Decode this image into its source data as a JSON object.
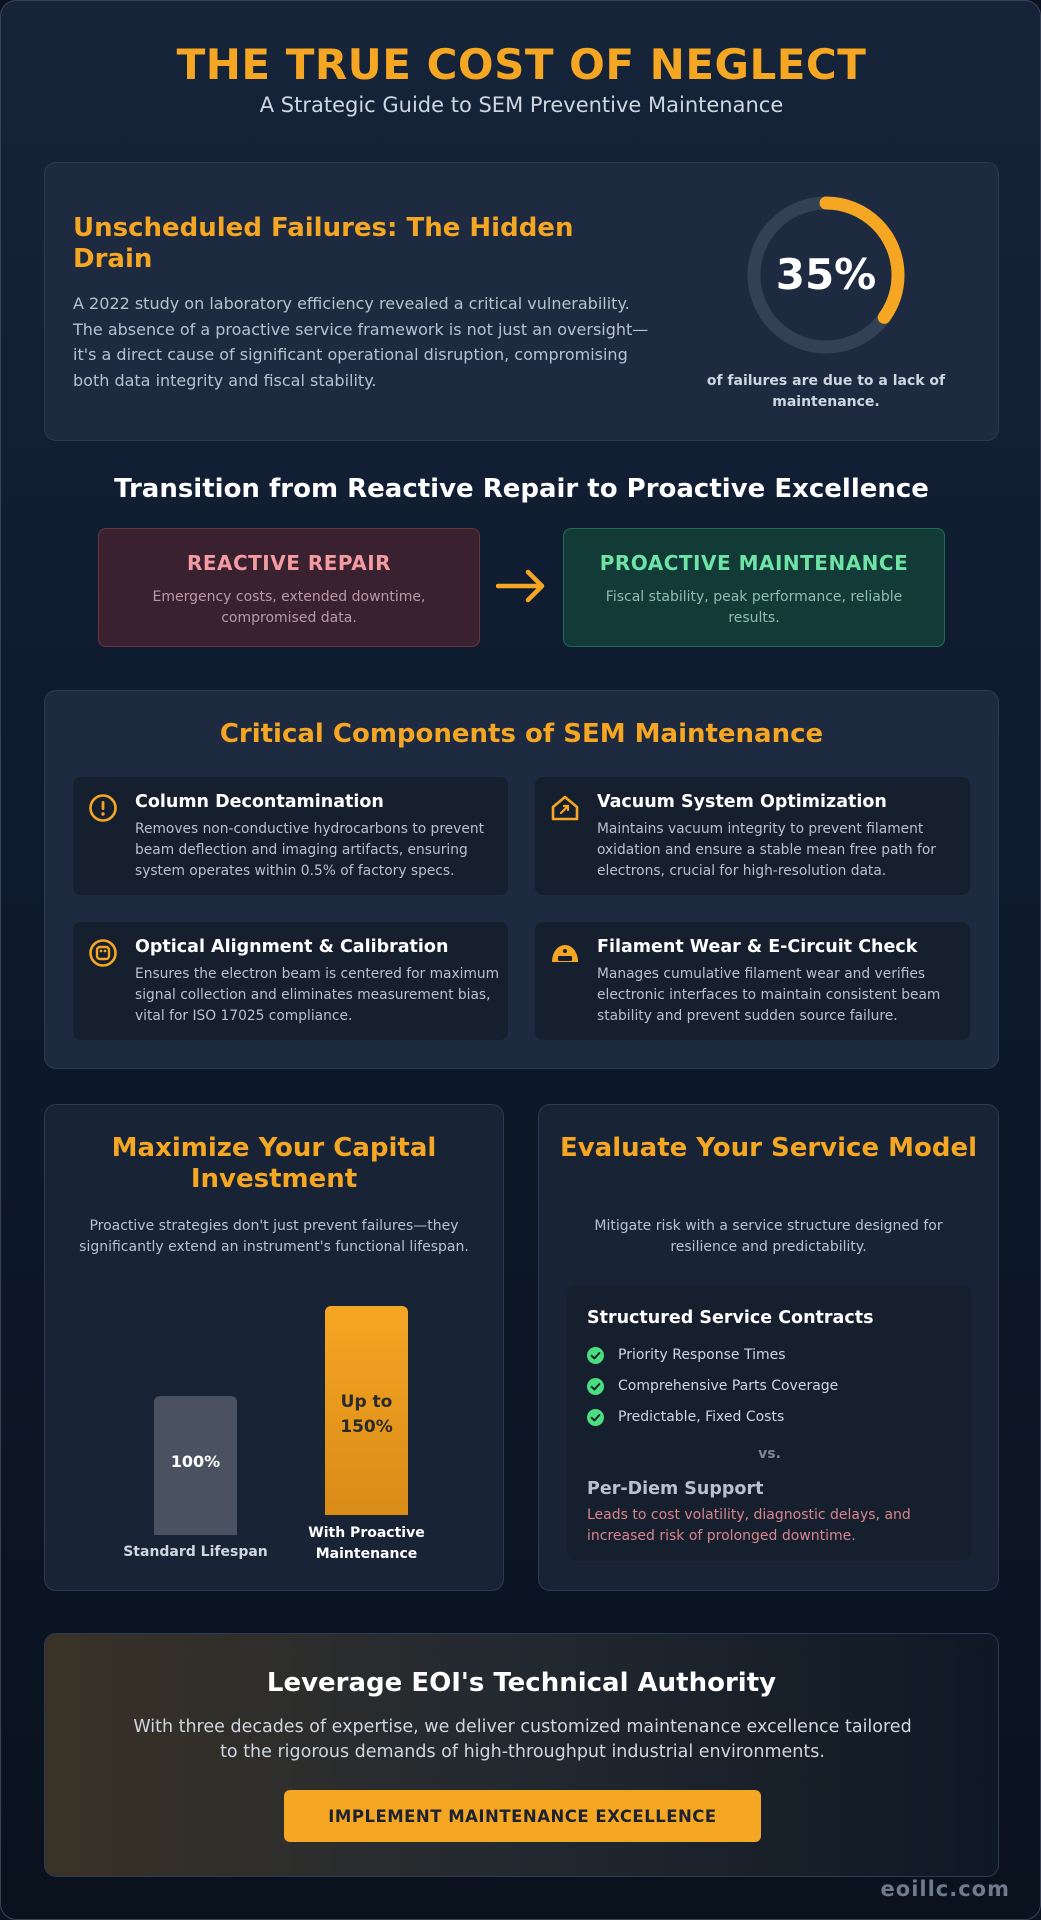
{
  "header": {
    "title": "THE TRUE COST OF NEGLECT",
    "subtitle": "A Strategic Guide to SEM Preventive Maintenance"
  },
  "failures": {
    "title": "Unscheduled Failures: The Hidden Drain",
    "text": "A 2022 study on laboratory efficiency revealed a critical vulnerability. The absence of a proactive service framework is not just an oversight—it's a direct cause of significant operational disruption, compromising both data integrity and fiscal stability.",
    "stat": "35%",
    "stat_fraction": 0.35,
    "caption": "of failures are due to a lack of maintenance."
  },
  "transition": {
    "title": "Transition from Reactive Repair to Proactive Excellence",
    "reactive": {
      "title": "REACTIVE REPAIR",
      "desc": "Emergency costs, extended downtime, compromised data."
    },
    "proactive": {
      "title": "PROACTIVE MAINTENANCE",
      "desc": "Fiscal stability, peak performance, reliable results."
    }
  },
  "components": {
    "title": "Critical Components of SEM Maintenance",
    "items": [
      {
        "title": "Column Decontamination",
        "desc": "Removes non-conductive hydrocarbons to prevent beam deflection and imaging artifacts, ensuring system operates within 0.5% of factory specs.",
        "icon": "alert-circle-icon"
      },
      {
        "title": "Vacuum System Optimization",
        "desc": "Maintains vacuum integrity to prevent filament oxidation and ensure a stable mean free path for electrons, crucial for high-resolution data.",
        "icon": "house-icon"
      },
      {
        "title": "Optical Alignment & Calibration",
        "desc": "Ensures the electron beam is centered for maximum signal collection and eliminates measurement bias, vital for ISO 17025 compliance.",
        "icon": "target-icon"
      },
      {
        "title": "Filament Wear & E-Circuit Check",
        "desc": "Manages cumulative filament wear and verifies electronic interfaces to maintain consistent beam stability and prevent sudden source failure.",
        "icon": "gauge-icon"
      }
    ]
  },
  "capital": {
    "title": "Maximize Your Capital Investment",
    "text": "Proactive strategies don't just prevent failures—they significantly extend an instrument's functional lifespan.",
    "bars": [
      {
        "value_label": "100%",
        "label": "Standard Lifespan",
        "value": 100
      },
      {
        "value_label": "Up to 150%",
        "label": "With Proactive Maintenance",
        "value": 150
      }
    ]
  },
  "service": {
    "title": "Evaluate Your Service Model",
    "text": "Mitigate risk with a service structure designed for resilience and predictability.",
    "contracts_title": "Structured Service Contracts",
    "contracts": [
      "Priority Response Times",
      "Comprehensive Parts Coverage",
      "Predictable, Fixed Costs"
    ],
    "vs": "vs.",
    "perdiem_title": "Per-Diem Support",
    "perdiem_text": "Leads to cost volatility, diagnostic delays, and increased risk of prolonged downtime."
  },
  "cta": {
    "title": "Leverage EOI's Technical Authority",
    "text": "With three decades of expertise, we deliver customized maintenance excellence tailored to the rigorous demands of high-throughput industrial environments.",
    "button": "IMPLEMENT MAINTENANCE EXCELLENCE"
  },
  "footer": "eoillc.com",
  "colors": {
    "accent": "#f5a623",
    "reactive": "#f49ba1",
    "proactive": "#6fe3a6",
    "check": "#4ade80"
  }
}
